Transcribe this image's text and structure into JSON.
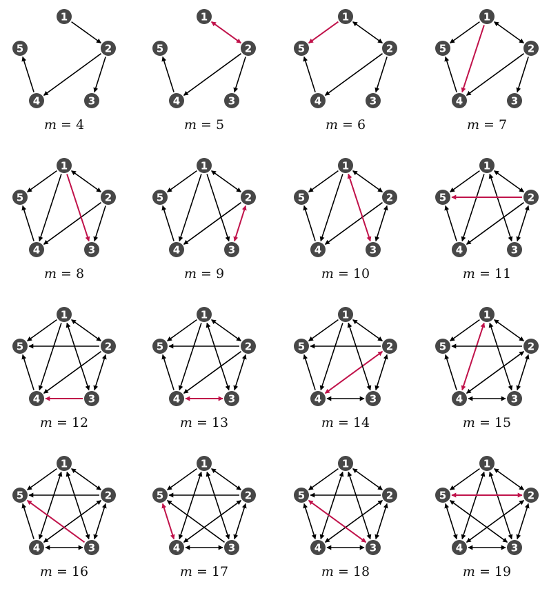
{
  "colors": {
    "node": "#474747",
    "node_text": "#ffffff",
    "edge": "#000000",
    "highlight": "#c0124a"
  },
  "node_labels": [
    "1",
    "2",
    "3",
    "4",
    "5"
  ],
  "panels": [
    {
      "m_symbol": "m",
      "m_value": "4",
      "arcs": [
        [
          1,
          2
        ],
        [
          2,
          3
        ],
        [
          2,
          4
        ],
        [
          4,
          5
        ]
      ],
      "new": []
    },
    {
      "m_symbol": "m",
      "m_value": "5",
      "arcs": [
        [
          1,
          2
        ],
        [
          2,
          1
        ],
        [
          2,
          3
        ],
        [
          2,
          4
        ],
        [
          4,
          5
        ]
      ],
      "new": [
        [
          2,
          1
        ]
      ]
    },
    {
      "m_symbol": "m",
      "m_value": "6",
      "arcs": [
        [
          1,
          2
        ],
        [
          2,
          1
        ],
        [
          2,
          3
        ],
        [
          2,
          4
        ],
        [
          4,
          5
        ],
        [
          1,
          5
        ]
      ],
      "new": [
        [
          1,
          5
        ]
      ]
    },
    {
      "m_symbol": "m",
      "m_value": "7",
      "arcs": [
        [
          1,
          2
        ],
        [
          2,
          1
        ],
        [
          2,
          3
        ],
        [
          2,
          4
        ],
        [
          4,
          5
        ],
        [
          1,
          5
        ],
        [
          1,
          4
        ]
      ],
      "new": [
        [
          1,
          4
        ]
      ]
    },
    {
      "m_symbol": "m",
      "m_value": "8",
      "arcs": [
        [
          1,
          2
        ],
        [
          2,
          1
        ],
        [
          2,
          3
        ],
        [
          2,
          4
        ],
        [
          4,
          5
        ],
        [
          1,
          5
        ],
        [
          1,
          4
        ],
        [
          1,
          3
        ]
      ],
      "new": [
        [
          1,
          3
        ]
      ]
    },
    {
      "m_symbol": "m",
      "m_value": "9",
      "arcs": [
        [
          1,
          2
        ],
        [
          2,
          1
        ],
        [
          2,
          3
        ],
        [
          2,
          4
        ],
        [
          4,
          5
        ],
        [
          1,
          5
        ],
        [
          1,
          4
        ],
        [
          1,
          3
        ],
        [
          3,
          2
        ]
      ],
      "new": [
        [
          3,
          2
        ]
      ]
    },
    {
      "m_symbol": "m",
      "m_value": "10",
      "arcs": [
        [
          1,
          2
        ],
        [
          2,
          1
        ],
        [
          2,
          3
        ],
        [
          2,
          4
        ],
        [
          4,
          5
        ],
        [
          1,
          5
        ],
        [
          1,
          4
        ],
        [
          1,
          3
        ],
        [
          3,
          2
        ],
        [
          3,
          1
        ]
      ],
      "new": [
        [
          3,
          1
        ]
      ]
    },
    {
      "m_symbol": "m",
      "m_value": "11",
      "arcs": [
        [
          1,
          2
        ],
        [
          2,
          1
        ],
        [
          2,
          3
        ],
        [
          2,
          4
        ],
        [
          4,
          5
        ],
        [
          1,
          5
        ],
        [
          1,
          4
        ],
        [
          1,
          3
        ],
        [
          3,
          2
        ],
        [
          3,
          1
        ],
        [
          2,
          5
        ]
      ],
      "new": [
        [
          2,
          5
        ]
      ]
    },
    {
      "m_symbol": "m",
      "m_value": "12",
      "arcs": [
        [
          1,
          2
        ],
        [
          2,
          1
        ],
        [
          2,
          3
        ],
        [
          2,
          4
        ],
        [
          4,
          5
        ],
        [
          1,
          5
        ],
        [
          1,
          4
        ],
        [
          1,
          3
        ],
        [
          3,
          2
        ],
        [
          3,
          1
        ],
        [
          2,
          5
        ],
        [
          3,
          4
        ]
      ],
      "new": [
        [
          3,
          4
        ]
      ]
    },
    {
      "m_symbol": "m",
      "m_value": "13",
      "arcs": [
        [
          1,
          2
        ],
        [
          2,
          1
        ],
        [
          2,
          3
        ],
        [
          2,
          4
        ],
        [
          4,
          5
        ],
        [
          1,
          5
        ],
        [
          1,
          4
        ],
        [
          1,
          3
        ],
        [
          3,
          2
        ],
        [
          3,
          1
        ],
        [
          2,
          5
        ],
        [
          3,
          4
        ],
        [
          4,
          3
        ]
      ],
      "new": [
        [
          4,
          3
        ],
        [
          3,
          4
        ]
      ]
    },
    {
      "m_symbol": "m",
      "m_value": "14",
      "arcs": [
        [
          1,
          2
        ],
        [
          2,
          1
        ],
        [
          2,
          3
        ],
        [
          2,
          4
        ],
        [
          4,
          5
        ],
        [
          1,
          5
        ],
        [
          1,
          4
        ],
        [
          1,
          3
        ],
        [
          3,
          2
        ],
        [
          3,
          1
        ],
        [
          2,
          5
        ],
        [
          3,
          4
        ],
        [
          4,
          3
        ],
        [
          4,
          2
        ]
      ],
      "new": [
        [
          4,
          2
        ],
        [
          2,
          4
        ]
      ]
    },
    {
      "m_symbol": "m",
      "m_value": "15",
      "arcs": [
        [
          1,
          2
        ],
        [
          2,
          1
        ],
        [
          2,
          3
        ],
        [
          2,
          4
        ],
        [
          4,
          5
        ],
        [
          1,
          5
        ],
        [
          1,
          4
        ],
        [
          1,
          3
        ],
        [
          3,
          2
        ],
        [
          3,
          1
        ],
        [
          2,
          5
        ],
        [
          3,
          4
        ],
        [
          4,
          3
        ],
        [
          4,
          2
        ],
        [
          4,
          1
        ]
      ],
      "new": [
        [
          4,
          1
        ],
        [
          1,
          4
        ]
      ]
    },
    {
      "m_symbol": "m",
      "m_value": "16",
      "arcs": [
        [
          1,
          2
        ],
        [
          2,
          1
        ],
        [
          2,
          3
        ],
        [
          2,
          4
        ],
        [
          4,
          5
        ],
        [
          1,
          5
        ],
        [
          1,
          4
        ],
        [
          1,
          3
        ],
        [
          3,
          2
        ],
        [
          3,
          1
        ],
        [
          2,
          5
        ],
        [
          3,
          4
        ],
        [
          4,
          3
        ],
        [
          4,
          2
        ],
        [
          4,
          1
        ],
        [
          3,
          5
        ]
      ],
      "new": [
        [
          3,
          5
        ]
      ]
    },
    {
      "m_symbol": "m",
      "m_value": "17",
      "arcs": [
        [
          1,
          2
        ],
        [
          2,
          1
        ],
        [
          2,
          3
        ],
        [
          2,
          4
        ],
        [
          4,
          5
        ],
        [
          1,
          5
        ],
        [
          1,
          4
        ],
        [
          1,
          3
        ],
        [
          3,
          2
        ],
        [
          3,
          1
        ],
        [
          2,
          5
        ],
        [
          3,
          4
        ],
        [
          4,
          3
        ],
        [
          4,
          2
        ],
        [
          4,
          1
        ],
        [
          3,
          5
        ],
        [
          5,
          4
        ]
      ],
      "new": [
        [
          5,
          4
        ],
        [
          4,
          5
        ]
      ]
    },
    {
      "m_symbol": "m",
      "m_value": "18",
      "arcs": [
        [
          1,
          2
        ],
        [
          2,
          1
        ],
        [
          2,
          3
        ],
        [
          2,
          4
        ],
        [
          4,
          5
        ],
        [
          1,
          5
        ],
        [
          1,
          4
        ],
        [
          1,
          3
        ],
        [
          3,
          2
        ],
        [
          3,
          1
        ],
        [
          2,
          5
        ],
        [
          3,
          4
        ],
        [
          4,
          3
        ],
        [
          4,
          2
        ],
        [
          4,
          1
        ],
        [
          3,
          5
        ],
        [
          5,
          4
        ],
        [
          5,
          3
        ]
      ],
      "new": [
        [
          5,
          3
        ],
        [
          3,
          5
        ]
      ]
    },
    {
      "m_symbol": "m",
      "m_value": "19",
      "arcs": [
        [
          1,
          2
        ],
        [
          2,
          1
        ],
        [
          2,
          3
        ],
        [
          2,
          4
        ],
        [
          4,
          5
        ],
        [
          1,
          5
        ],
        [
          1,
          4
        ],
        [
          1,
          3
        ],
        [
          3,
          2
        ],
        [
          3,
          1
        ],
        [
          2,
          5
        ],
        [
          3,
          4
        ],
        [
          4,
          3
        ],
        [
          4,
          2
        ],
        [
          4,
          1
        ],
        [
          3,
          5
        ],
        [
          5,
          4
        ],
        [
          5,
          3
        ],
        [
          5,
          2
        ]
      ],
      "new": [
        [
          5,
          2
        ],
        [
          2,
          5
        ]
      ]
    }
  ]
}
